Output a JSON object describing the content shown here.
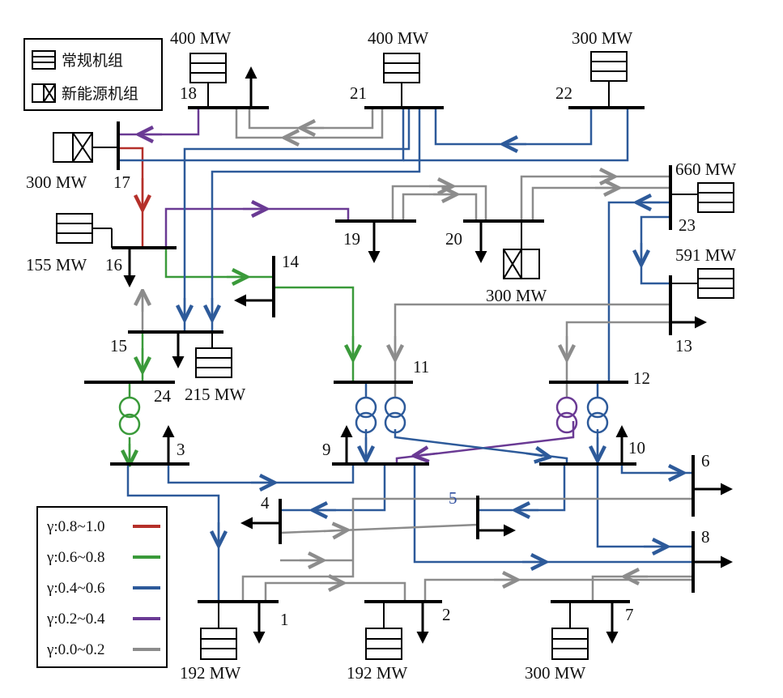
{
  "legend_top": {
    "conventional": "常规机组",
    "renewable": "新能源机组"
  },
  "legend_gamma": [
    {
      "label": "γ:0.8~1.0",
      "color": "#b5302a"
    },
    {
      "label": "γ:0.6~0.8",
      "color": "#3a9a3a"
    },
    {
      "label": "γ:0.4~0.6",
      "color": "#2d5a9a"
    },
    {
      "label": "γ:0.2~0.4",
      "color": "#6a3a94"
    },
    {
      "label": "γ:0.0~0.2",
      "color": "#8c8c8c"
    }
  ],
  "buses": {
    "b1": "1",
    "b2": "2",
    "b3": "3",
    "b4": "4",
    "b5": "5",
    "b6": "6",
    "b7": "7",
    "b8": "8",
    "b9": "9",
    "b10": "10",
    "b11": "11",
    "b12": "12",
    "b13": "13",
    "b14": "14",
    "b15": "15",
    "b16": "16",
    "b17": "17",
    "b18": "18",
    "b19": "19",
    "b20": "20",
    "b21": "21",
    "b22": "22",
    "b23": "23",
    "b24": "24"
  },
  "generators": {
    "g18": "400 MW",
    "g21": "400 MW",
    "g22": "300 MW",
    "g17": "300 MW",
    "g16": "155 MW",
    "g23a": "660 MW",
    "g23b": "591 MW",
    "g20": "300 MW",
    "g15": "215 MW",
    "g1": "192 MW",
    "g2": "192 MW",
    "g7": "300 MW"
  },
  "colors": {
    "red": "#b5302a",
    "green": "#3a9a3a",
    "blue": "#2d5a9a",
    "purple": "#6a3a94",
    "gray": "#8c8c8c"
  }
}
